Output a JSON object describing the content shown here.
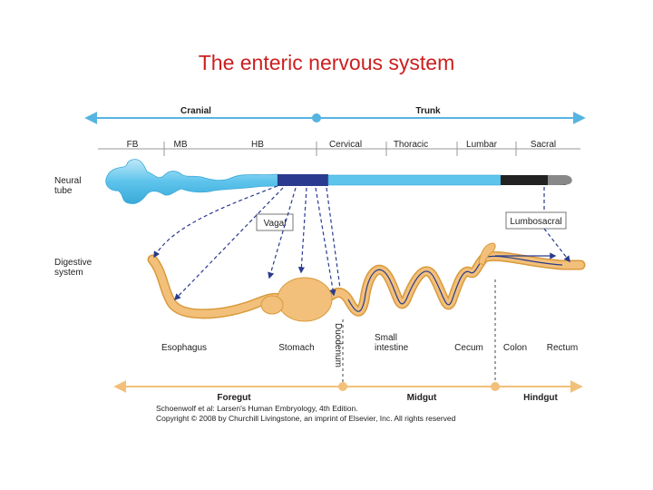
{
  "title": "The enteric nervous system",
  "axis": {
    "cranial": "Cranial",
    "trunk": "Trunk"
  },
  "regions": {
    "fb": "FB",
    "mb": "MB",
    "hb": "HB",
    "cervical": "Cervical",
    "thoracic": "Thoracic",
    "lumbar": "Lumbar",
    "sacral": "Sacral"
  },
  "side_labels": {
    "neural_tube": [
      "Neural",
      "tube"
    ],
    "digestive_system": [
      "Digestive",
      "system"
    ]
  },
  "boxes": {
    "vagal": "Vagal",
    "lumbosacral": "Lumbosacral"
  },
  "organs": {
    "esophagus": "Esophagus",
    "stomach": "Stomach",
    "duodenum": "Duodenum",
    "small_intestine": [
      "Small",
      "intestine"
    ],
    "cecum": "Cecum",
    "colon": "Colon",
    "rectum": "Rectum"
  },
  "gut": {
    "foregut": "Foregut",
    "midgut": "Midgut",
    "hindgut": "Hindgut"
  },
  "credit": [
    "Schoenwolf et al: Larsen's Human Embryology, 4th Edition.",
    "Copyright © 2008 by Churchill Livingstone, an imprint of Elsevier, Inc. All rights reserved"
  ],
  "colors": {
    "title": "#cc1f1f",
    "axis": "#55b4e0",
    "tube": "#5ec4ec",
    "vagal_segment": "#2a3a8e",
    "gut": "#f2c07a",
    "gut_outline": "#d99a3c",
    "arrow": "#2a3a8e",
    "gut_axis": "#f2c07a"
  }
}
